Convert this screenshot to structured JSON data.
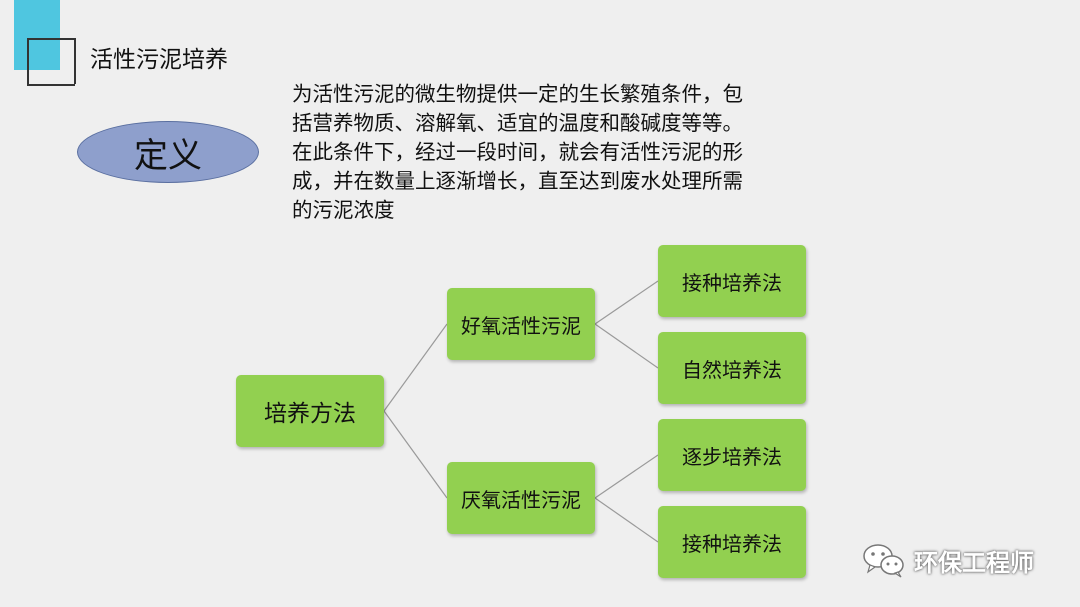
{
  "header": {
    "title": "活性污泥培养"
  },
  "definition": {
    "label": "定义",
    "lines": [
      "为活性污泥的微生物提供一定的生长繁殖条件，包",
      "括营养物质、溶解氧、适宜的温度和酸碱度等等。",
      "在此条件下，经过一段时间，就会有活性污泥的形",
      "成，并在数量上逐渐增长，直至达到废水处理所需",
      "的污泥浓度"
    ]
  },
  "tree": {
    "root": "培养方法",
    "branches": [
      {
        "label": "好氧活性污泥",
        "children": [
          "接种培养法",
          "自然培养法"
        ]
      },
      {
        "label": "厌氧活性污泥",
        "children": [
          "逐步培养法",
          "接种培养法"
        ]
      }
    ]
  },
  "watermark": {
    "text": "环保工程师",
    "icon": "wechat-icon"
  },
  "colors": {
    "accent": "#4fc6e0",
    "oval": "#8e9fcc",
    "node": "#92d050",
    "background": "#efefef"
  }
}
